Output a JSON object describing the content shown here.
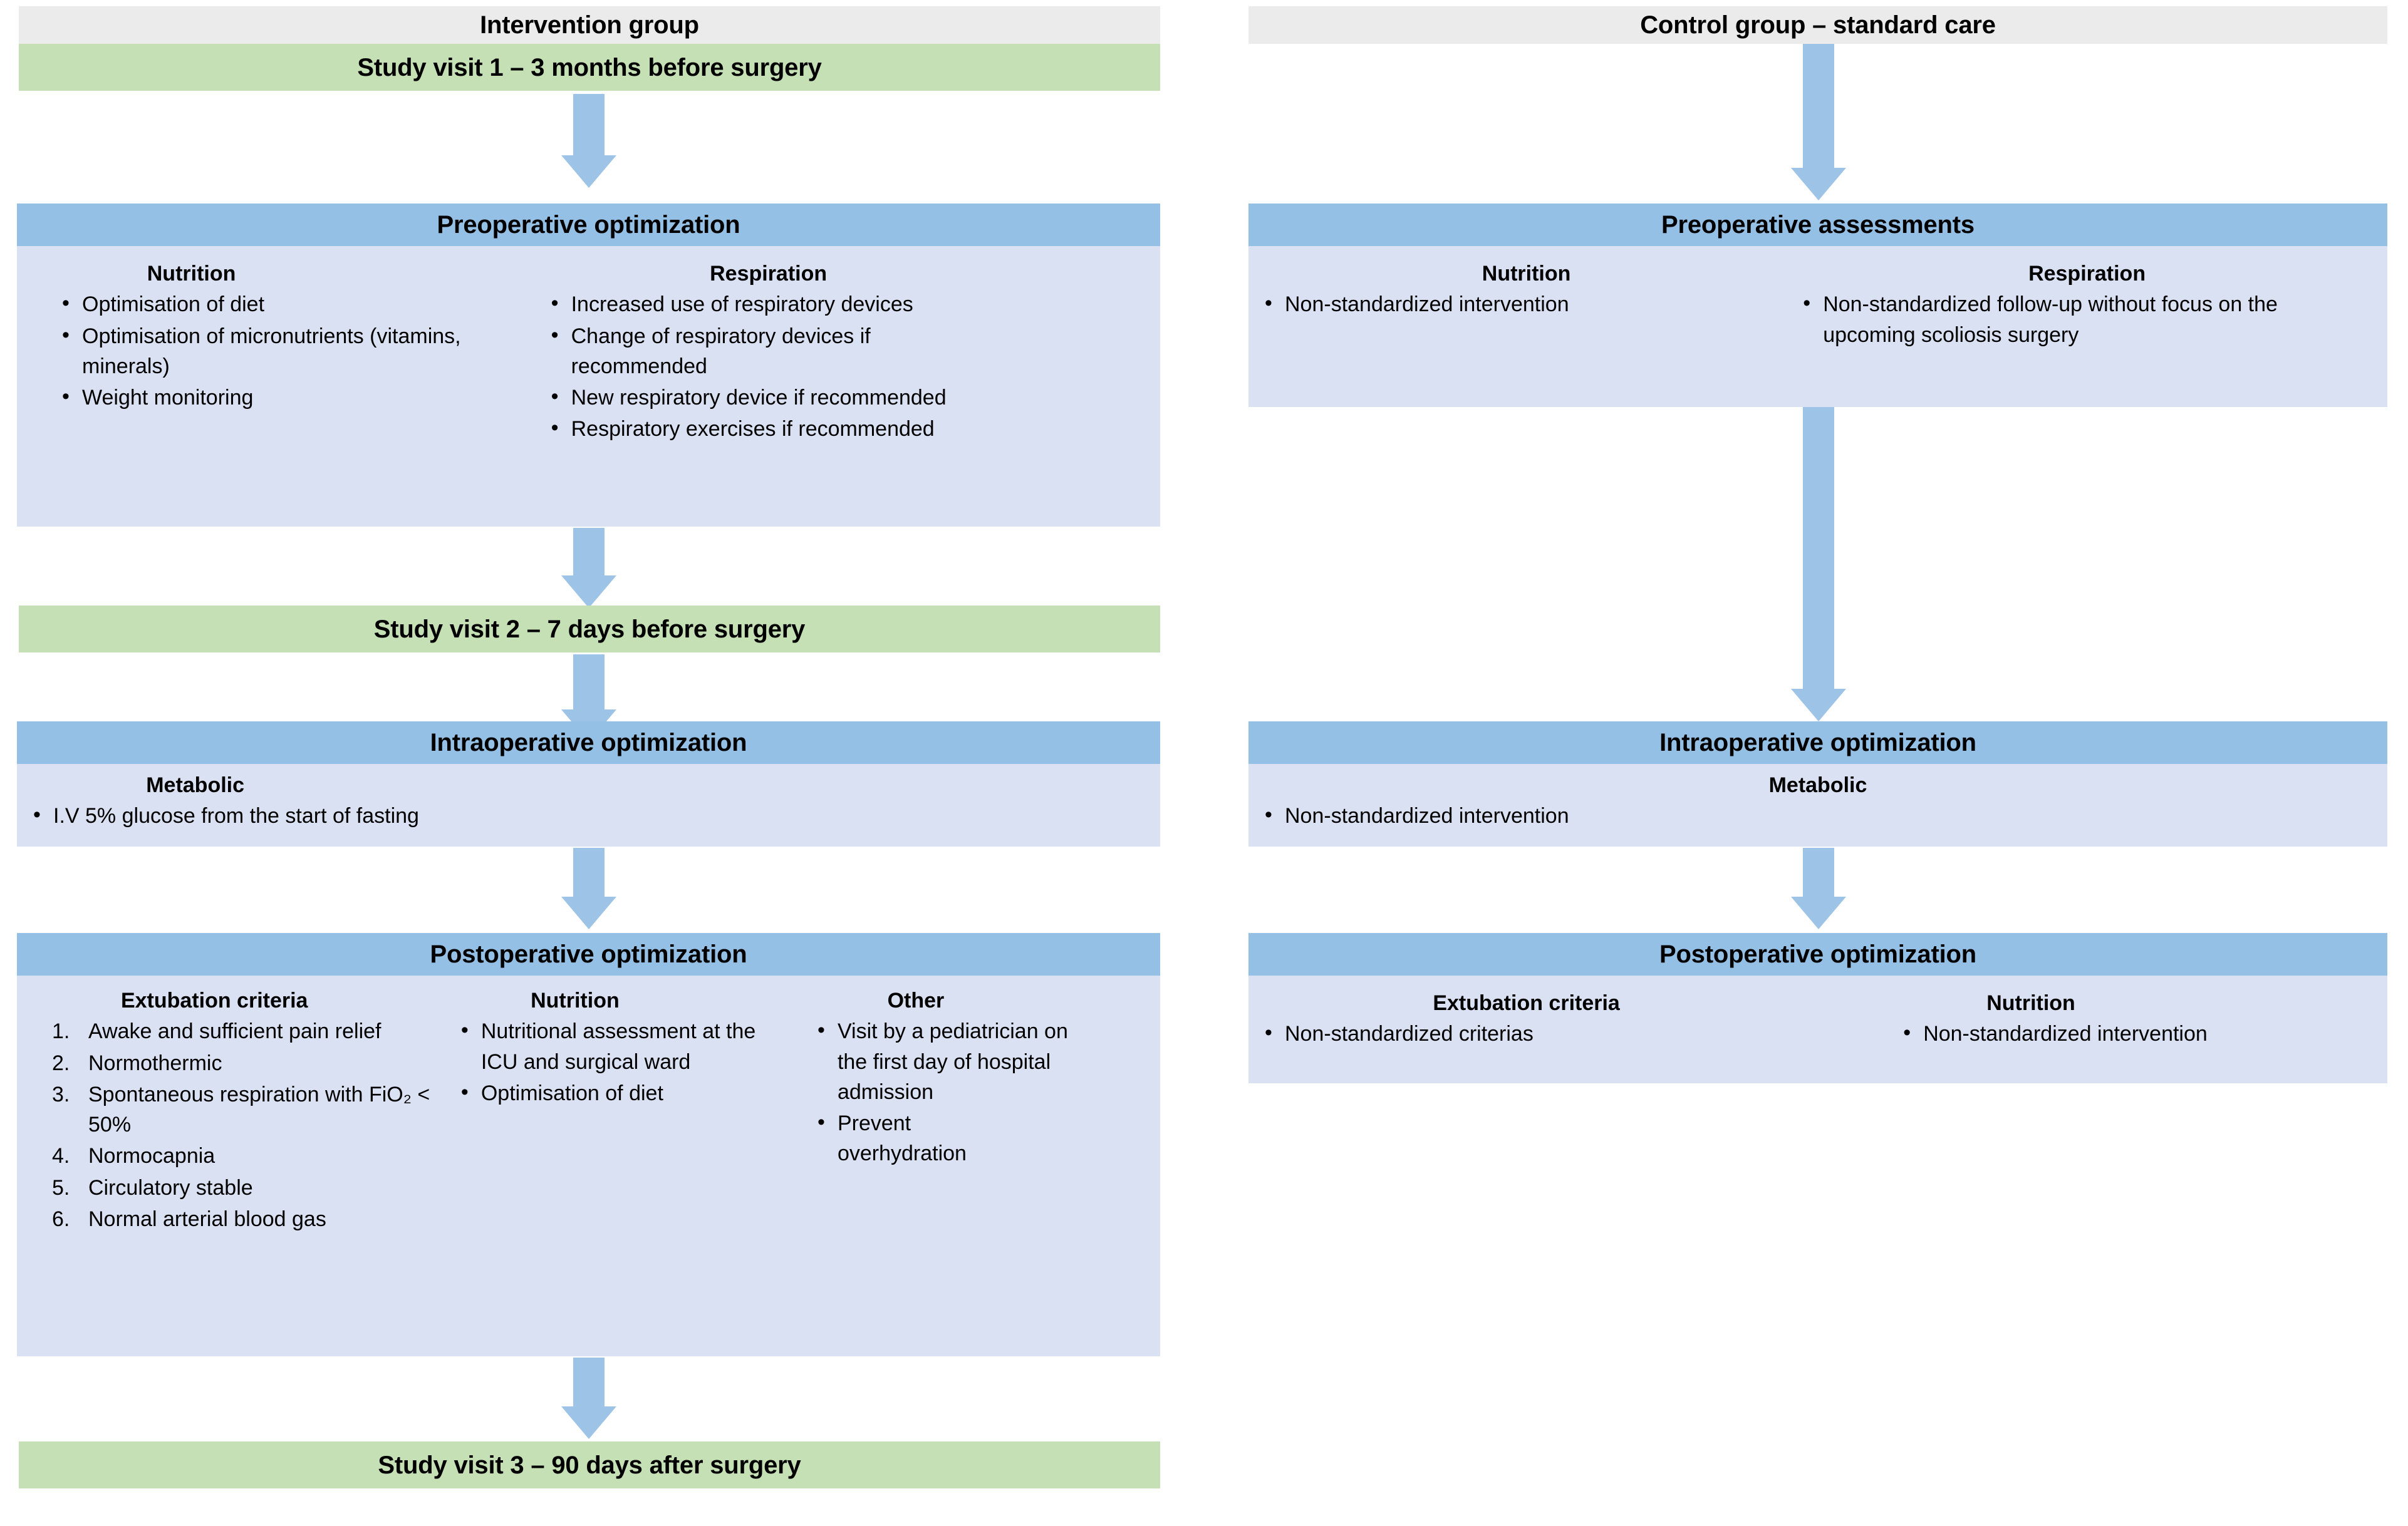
{
  "diagram": {
    "type": "flowchart",
    "columns": [
      {
        "id": "intervention",
        "header": "Intervention group",
        "nodes": [
          {
            "id": "visit1",
            "kind": "milestone",
            "label": "Study visit 1 – 3 months before surgery"
          },
          {
            "id": "preop-optimization",
            "kind": "stage",
            "title": "Preoperative optimization",
            "groups": [
              {
                "heading": "Nutrition",
                "list_type": "bullet",
                "items": [
                  "Optimisation of diet",
                  "Optimisation of micronutrients (vitamins, minerals)",
                  "Weight monitoring"
                ]
              },
              {
                "heading": "Respiration",
                "list_type": "bullet",
                "items": [
                  "Increased use of respiratory devices",
                  "Change of respiratory devices if recommended",
                  "New respiratory device if recommended",
                  "Respiratory exercises if recommended"
                ]
              }
            ]
          },
          {
            "id": "visit2",
            "kind": "milestone",
            "label": "Study visit 2 – 7 days before surgery"
          },
          {
            "id": "intraop-optimization",
            "kind": "stage",
            "title": "Intraoperative optimization",
            "groups": [
              {
                "heading": "Metabolic",
                "list_type": "bullet",
                "items": [
                  "I.V 5% glucose from the start of fasting"
                ]
              }
            ]
          },
          {
            "id": "postop-optimization",
            "kind": "stage",
            "title": "Postoperative optimization",
            "groups": [
              {
                "heading": "Extubation criteria",
                "list_type": "numbered",
                "items": [
                  "Awake and sufficient pain relief",
                  "Normothermic",
                  "Spontaneous respiration with FiO₂ < 50%",
                  "Normocapnia",
                  "Circulatory stable",
                  "Normal arterial blood gas"
                ]
              },
              {
                "heading": "Nutrition",
                "list_type": "bullet",
                "items": [
                  "Nutritional assessment at the ICU and surgical ward",
                  "Optimisation of diet"
                ]
              },
              {
                "heading": "Other",
                "list_type": "bullet",
                "items": [
                  "Visit by a pediatrician on the first day of hospital admission",
                  "Prevent overhydration"
                ]
              }
            ]
          },
          {
            "id": "visit3",
            "kind": "milestone",
            "label": "Study visit 3 – 90 days after surgery"
          }
        ]
      },
      {
        "id": "control",
        "header": "Control group – standard care",
        "nodes": [
          {
            "id": "preop-assessments",
            "kind": "stage",
            "title": "Preoperative assessments",
            "groups": [
              {
                "heading": "Nutrition",
                "list_type": "bullet",
                "items": [
                  "Non-standardized intervention"
                ]
              },
              {
                "heading": "Respiration",
                "list_type": "bullet",
                "items": [
                  "Non-standardized follow-up without focus on the upcoming scoliosis surgery"
                ]
              }
            ]
          },
          {
            "id": "intraop-optimization-control",
            "kind": "stage",
            "title": "Intraoperative optimization",
            "groups": [
              {
                "heading": "Metabolic",
                "list_type": "bullet",
                "items": [
                  "Non-standardized intervention"
                ]
              }
            ]
          },
          {
            "id": "postop-optimization-control",
            "kind": "stage",
            "title": "Postoperative optimization",
            "groups": [
              {
                "heading": "Extubation criteria",
                "list_type": "bullet",
                "items": [
                  "Non-standardized criterias"
                ]
              },
              {
                "heading": "Nutrition",
                "list_type": "bullet",
                "items": [
                  "Non-standardized intervention"
                ]
              }
            ]
          }
        ]
      }
    ],
    "colors": {
      "group_header": "#ebebeb",
      "milestone": "#c5e0b4",
      "stage_header": "#95c0e6",
      "stage_body": "#dae1f3",
      "arrow": "#9dc3e6",
      "text": "#000000"
    }
  }
}
